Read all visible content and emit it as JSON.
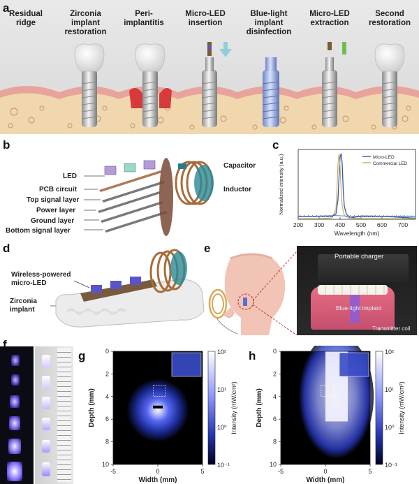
{
  "panels": {
    "a": "a",
    "b": "b",
    "c": "c",
    "d": "d",
    "e": "e",
    "f": "f",
    "g": "g",
    "h": "h"
  },
  "stages": [
    "Residual ridge",
    "Zirconia implant restoration",
    "Peri-implantitis",
    "Micro-LED insertion",
    "Blue-light implant disinfection",
    "Micro-LED extraction",
    "Second restoration"
  ],
  "panel_b": {
    "layers": [
      "LED",
      "PCB circuit",
      "Top signal layer",
      "Power layer",
      "Ground layer",
      "Bottom signal layer"
    ],
    "capacitor": "Capacitor",
    "inductor": "Inductor"
  },
  "panel_d": {
    "micro_led": "Wireless-powered micro-LED",
    "implant": "Zirconia implant"
  },
  "panel_e": {
    "charger": "Portable charger",
    "implant": "Blue-light implant",
    "coil": "Transmitter coil"
  },
  "chart_data": [
    {
      "type": "line",
      "panel": "c",
      "xlabel": "Wavelength (nm)",
      "ylabel": "Normalized intensity (a.u.)",
      "xlim": [
        200,
        760
      ],
      "xticks": [
        "200",
        "300",
        "400",
        "500",
        "600",
        "700"
      ],
      "series": [
        {
          "name": "Micro-LED",
          "color": "#2a5ca8",
          "x": [
            200,
            300,
            360,
            380,
            390,
            395,
            400,
            405,
            410,
            415,
            420,
            430,
            450,
            500,
            600,
            760
          ],
          "y": [
            0.03,
            0.03,
            0.04,
            0.08,
            0.3,
            0.65,
            0.95,
            1.0,
            0.85,
            0.45,
            0.2,
            0.08,
            0.04,
            0.03,
            0.03,
            0.03
          ]
        },
        {
          "name": "Commercial LED",
          "color": "#c9a758",
          "x": [
            200,
            300,
            360,
            380,
            385,
            390,
            395,
            400,
            405,
            410,
            420,
            440,
            500,
            600,
            760
          ],
          "y": [
            0.01,
            0.01,
            0.02,
            0.15,
            0.45,
            0.85,
            1.0,
            0.8,
            0.45,
            0.2,
            0.06,
            0.02,
            0.01,
            0.01,
            0.01
          ]
        }
      ]
    },
    {
      "type": "heatmap",
      "panel": "g",
      "xlabel": "Width (mm)",
      "ylabel": "Depth (mm)",
      "xticks": [
        "-5",
        "0",
        "5"
      ],
      "yticks": [
        "0",
        "2",
        "4",
        "6",
        "8",
        "10"
      ],
      "colorbar": {
        "label": "Intensity (mW/cm²)",
        "ticks": [
          "10²",
          "10¹",
          "10⁰",
          "10⁻¹"
        ]
      }
    },
    {
      "type": "heatmap",
      "panel": "h",
      "xlabel": "Width (mm)",
      "ylabel": "Depth (mm)",
      "xticks": [
        "-5",
        "0",
        "5"
      ],
      "yticks": [
        "0",
        "2",
        "4",
        "6",
        "8",
        "10"
      ],
      "colorbar": {
        "label": "Intensity (mW/cm²)",
        "ticks": [
          "10²",
          "10¹",
          "10⁰",
          "10⁻¹"
        ]
      }
    }
  ]
}
